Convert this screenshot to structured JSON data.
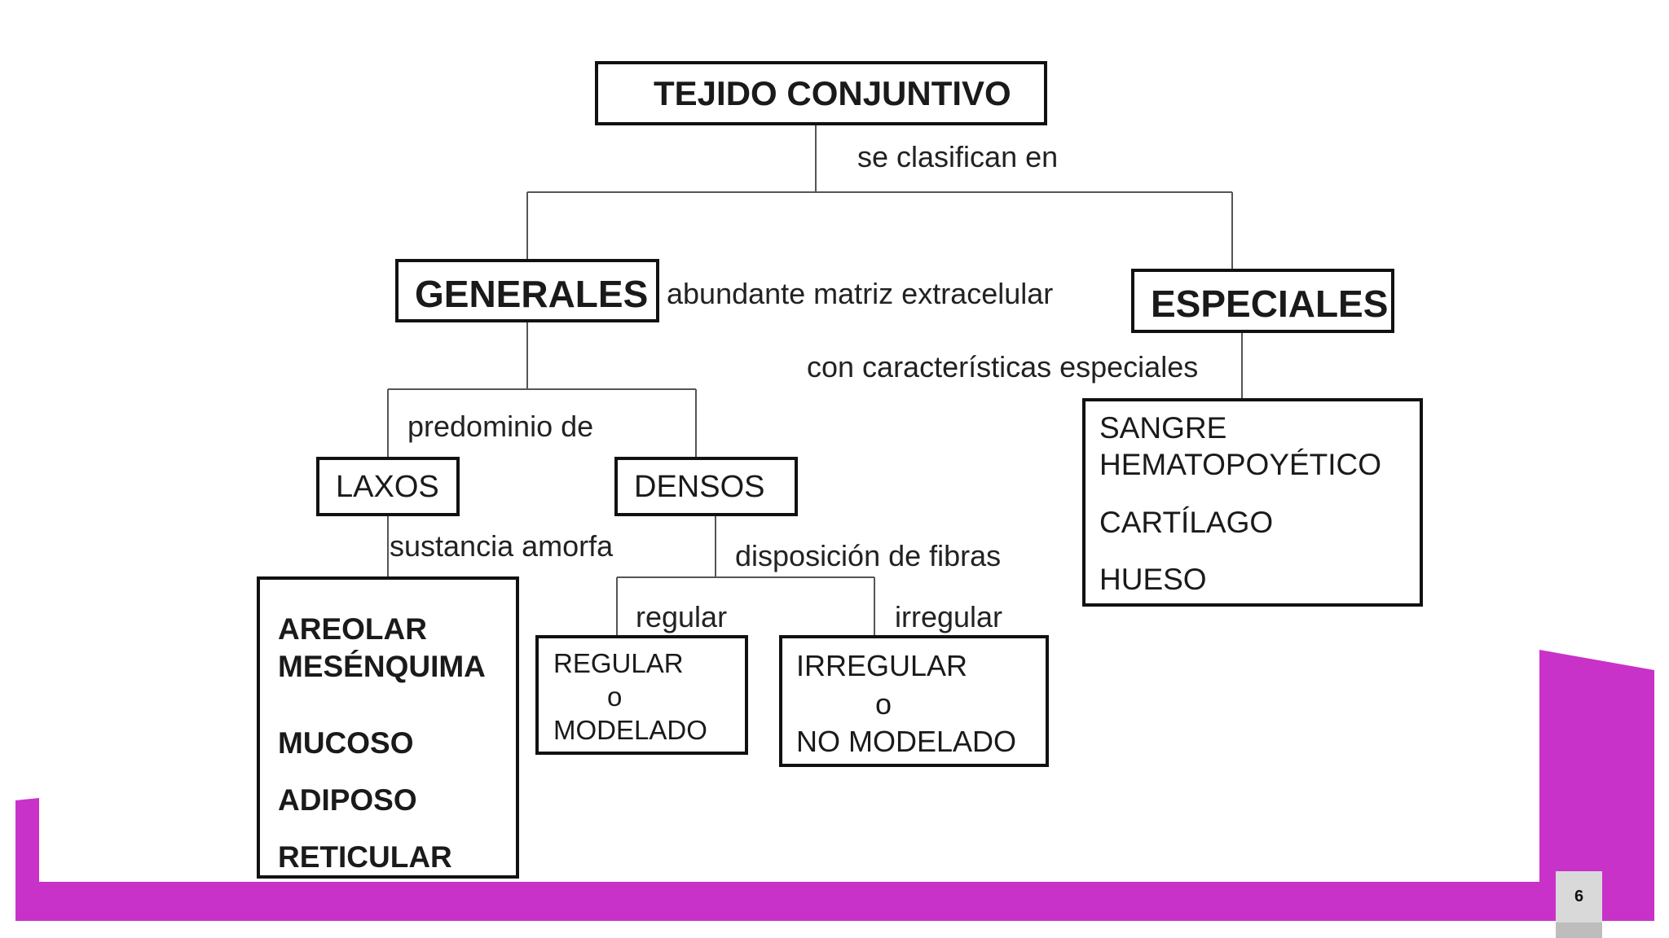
{
  "diagram": {
    "root": "TEJIDO  CONJUNTIVO",
    "edge_root": "se clasifican en",
    "generales": "GENERALES",
    "edge_generales": "abundante  matriz extracelular",
    "especiales": "ESPECIALES",
    "edge_especiales": "con características especiales",
    "edge_predominio": "predominio  de",
    "laxos": "LAXOS",
    "densos": "DENSOS",
    "edge_laxos": "sustancia  amorfa",
    "edge_densos": "disposición de  fibras",
    "edge_regular": "regular",
    "edge_irregular": "irregular",
    "laxos_types": [
      "AREOLAR",
      "MESÉNQUIMA",
      "MUCOSO",
      "ADIPOSO",
      "RETICULAR"
    ],
    "regular_box": [
      "REGULAR",
      "o",
      "MODELADO"
    ],
    "irregular_box": [
      "IRREGULAR",
      "o",
      "NO MODELADO"
    ],
    "especiales_types": [
      "SANGRE",
      "HEMATOPOYÉTICO",
      "CARTÍLAGO",
      "HUESO"
    ]
  },
  "footer": {
    "page_number": "6",
    "accent_color": "#c832c8"
  }
}
